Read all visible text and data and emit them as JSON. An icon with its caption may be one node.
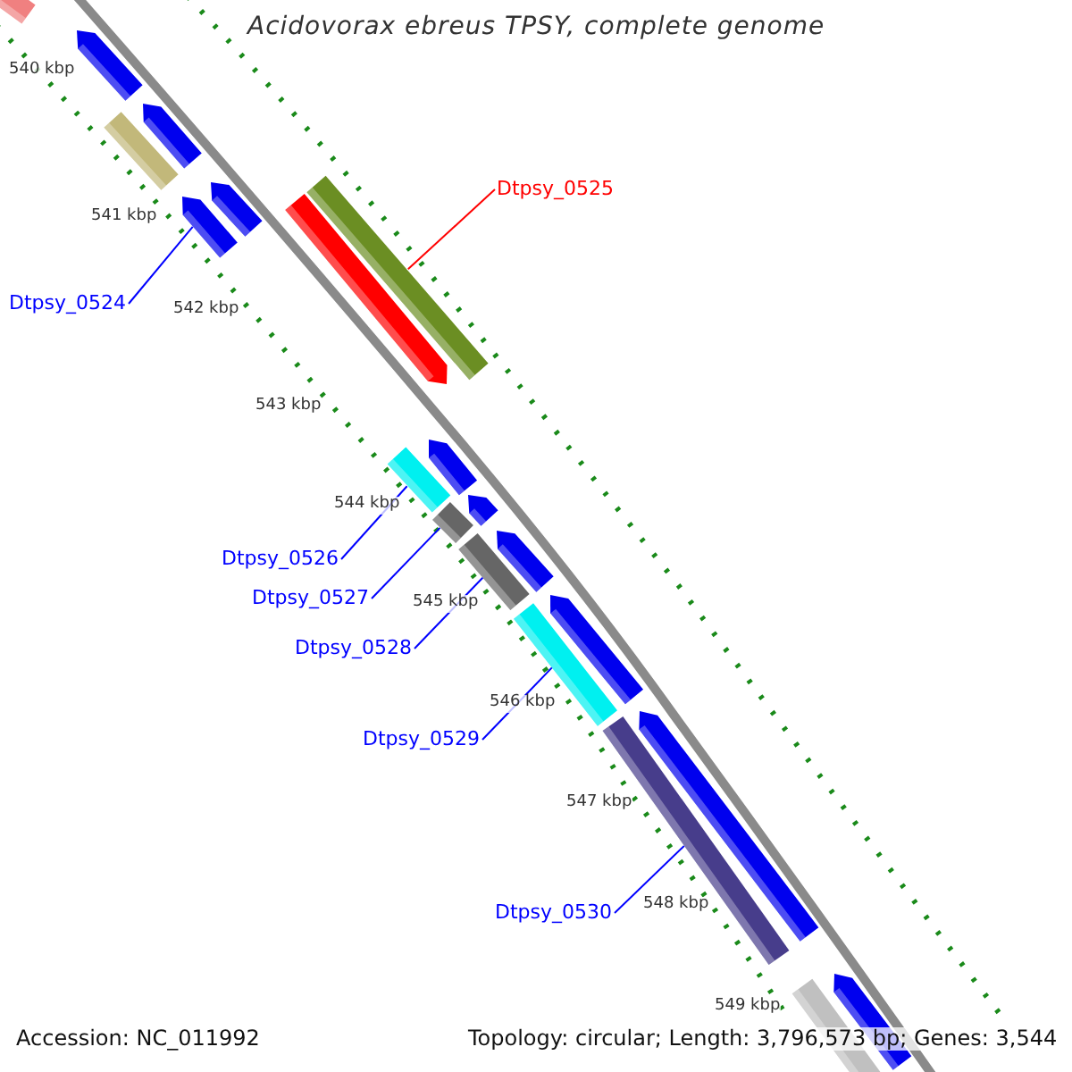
{
  "diagram": {
    "title": "Acidovorax ebreus TPSY, complete genome",
    "nodes": [
      {
        "text": [],
        "shape": "bar"
      },
      {
        "text": [],
        "shape": "arrow"
      },
      {
        "text": [],
        "shape": "bar"
      },
      {
        "text": [],
        "shape": "arrow"
      },
      {
        "text": [],
        "shape": "arrow"
      },
      {
        "text": [],
        "shape": "arrow"
      },
      {
        "text": [],
        "shape": "bar"
      },
      {
        "text": [],
        "shape": "arrow"
      },
      {
        "text": [],
        "shape": "arrow"
      },
      {
        "text": [],
        "shape": "bar"
      },
      {
        "text": [],
        "shape": "arrow"
      },
      {
        "text": [],
        "shape": "bar"
      },
      {
        "text": [],
        "shape": "arrow"
      },
      {
        "text": [],
        "shape": "bar"
      },
      {
        "text": [],
        "shape": "arrow"
      },
      {
        "text": [],
        "shape": "bar"
      },
      {
        "text": [],
        "shape": "arrow"
      },
      {
        "text": [],
        "shape": "bar"
      },
      {
        "text": [],
        "shape": "arrow"
      },
      {
        "text": [],
        "shape": "bar"
      },
      {
        "text": [
          "Dtpsy_0524"
        ]
      },
      {
        "text": [
          "Dtpsy_0525"
        ]
      },
      {
        "text": [
          "Dtpsy_0526"
        ]
      },
      {
        "text": [
          "Dtpsy_0527"
        ]
      },
      {
        "text": [
          "Dtpsy_0528"
        ]
      },
      {
        "text": [
          "Dtpsy_0529"
        ]
      },
      {
        "text": [
          "Dtpsy_0530"
        ]
      }
    ],
    "edges": [
      {
        "from": 20,
        "to": 4,
        "arrow": "none"
      },
      {
        "from": 21,
        "to": 6,
        "arrow": "none",
        "color": "#ff0000"
      },
      {
        "from": 22,
        "to": 9,
        "arrow": "none"
      },
      {
        "from": 23,
        "to": 11,
        "arrow": "none"
      },
      {
        "from": 24,
        "to": 13,
        "arrow": "none"
      },
      {
        "from": 25,
        "to": 15,
        "arrow": "none"
      },
      {
        "from": 26,
        "to": 17,
        "arrow": "none"
      }
    ],
    "labels": [
      "540 kbp",
      "541 kbp",
      "542 kbp",
      "543 kbp",
      "544 kbp",
      "545 kbp",
      "546 kbp",
      "547 kbp",
      "548 kbp",
      "549 kbp",
      "Accession: NC_011992",
      "Topology: circular; Length: 3,796,573 bp; Genes: 3,544"
    ]
  }
}
